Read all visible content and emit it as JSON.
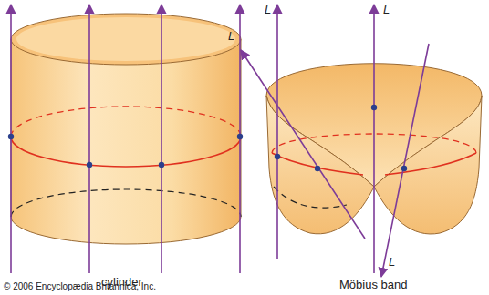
{
  "diagram": {
    "labels": [
      "L",
      "L",
      "L",
      "L",
      "cylinder",
      "Möbius band",
      "© 2006 Encyclopædia Britannica, Inc."
    ]
  }
}
